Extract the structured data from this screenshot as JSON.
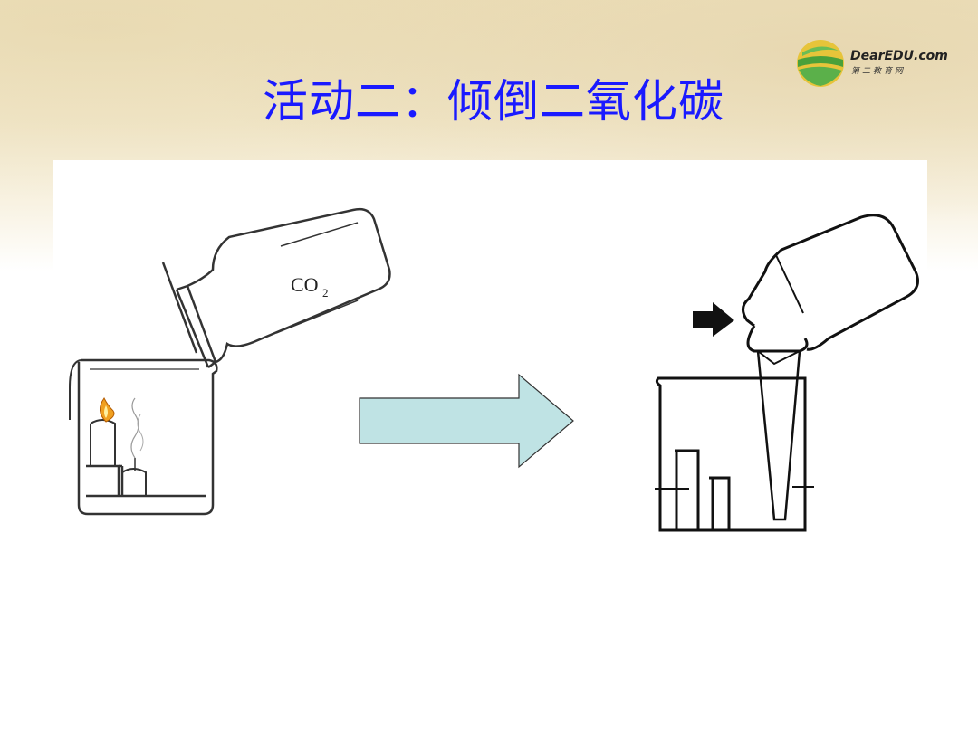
{
  "slide": {
    "title": "活动二：倾倒二氧化碳"
  },
  "logo": {
    "name": "DearEDU.com",
    "subtitle": "第二教育网"
  },
  "left_figure": {
    "bottle_label": "CO",
    "bottle_label_sub": "2"
  },
  "colors": {
    "title": "#1a1aff",
    "arrow_fill": "#bfe3e4",
    "logo_green": "#4aa03a",
    "logo_yellow": "#e7c43a"
  }
}
